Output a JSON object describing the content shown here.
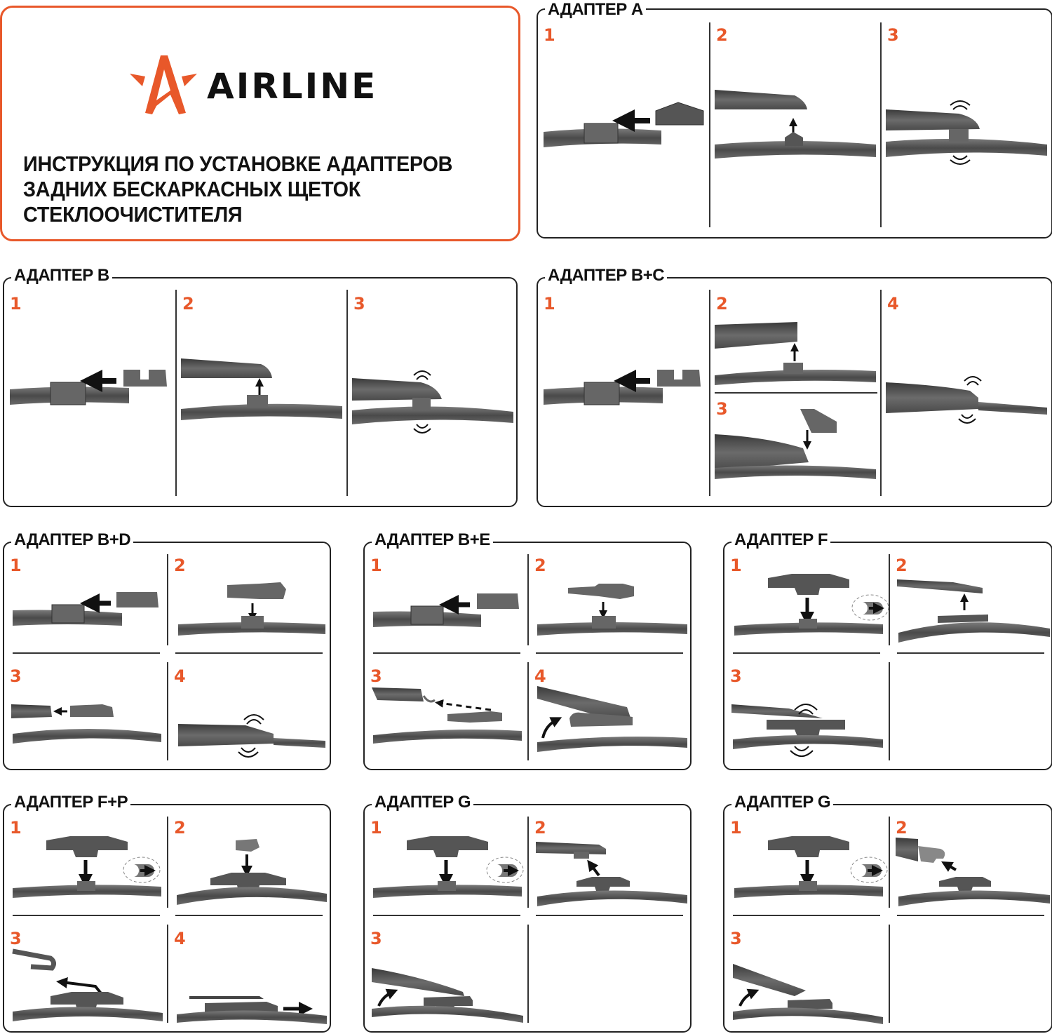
{
  "header": {
    "brand": "AIRLINE",
    "title_lines": [
      "ИНСТРУКЦИЯ ПО УСТАНОВКЕ АДАПТЕРОВ",
      "ЗАДНИХ БЕСКАРКАСНЫХ ЩЕТОК",
      "СТЕКЛООЧИСТИТЕЛЯ"
    ],
    "accent_color": "#e8582a"
  },
  "panels": [
    {
      "id": "a",
      "title": "АДАПТЕР A",
      "steps": [
        "1",
        "2",
        "3"
      ],
      "illustrations": [
        "adapter slides onto blade mount (arrow left)",
        "arm lifted over mounted adapter (arrow up)",
        "arm clicks onto adapter (click marks)"
      ]
    },
    {
      "id": "b",
      "title": "АДАПТЕР B",
      "steps": [
        "1",
        "2",
        "3"
      ],
      "illustrations": [
        "U-clip adapter slides onto blade mount (arrow left)",
        "arm lifted over mounted adapter (arrow up)",
        "arm clicks onto adapter (click marks)"
      ]
    },
    {
      "id": "bc",
      "title": "АДАПТЕР B+C",
      "steps": [
        "1",
        "2",
        "3",
        "4"
      ],
      "illustrations": [
        "U-clip adapter slides onto blade mount (arrow left)",
        "arm lifted over mounted adapter (arrow up)",
        "cap C pressed down onto arm end (arrow down)",
        "assembled arm clicks in place (click marks)"
      ]
    },
    {
      "id": "bd",
      "title": "АДАПТЕР B+D",
      "steps": [
        "1",
        "2",
        "3",
        "4"
      ],
      "illustrations": [
        "U-clip adapter slides onto blade mount",
        "adapter D pressed down onto mount",
        "arm slides onto adapter (arrow left)",
        "assembled arm clicks in place"
      ]
    },
    {
      "id": "be",
      "title": "АДАПТЕР B+E",
      "steps": [
        "1",
        "2",
        "3",
        "4"
      ],
      "illustrations": [
        "U-clip adapter slides onto blade mount",
        "adapter E pressed down onto mount",
        "hook arm slides along dashed arrows",
        "arm rotates down (curved arrow)"
      ]
    },
    {
      "id": "f",
      "title": "АДАПТЕР F",
      "steps": [
        "1",
        "2",
        "3"
      ],
      "illustrations": [
        "adapter F pressed onto mount, detail shows slide direction",
        "arm lifted over adapter (arrow up)",
        "arm clicks onto adapter (click marks)"
      ]
    },
    {
      "id": "fp",
      "title": "АДАПТЕР F+P",
      "steps": [
        "1",
        "2",
        "3",
        "4"
      ],
      "illustrations": [
        "adapter F pressed onto mount, detail shows slide direction",
        "clip P pressed down onto adapter",
        "hook arm attaches (curved arrow)",
        "arm slides right (arrow right)"
      ]
    },
    {
      "id": "g1",
      "title": "АДАПТЕР G",
      "steps": [
        "1",
        "2",
        "3"
      ],
      "illustrations": [
        "adapter G pressed onto mount, detail shows slide direction",
        "arm attaches diagonally (arrow)",
        "arm rotates down (curved arrow)"
      ]
    },
    {
      "id": "g2",
      "title": "АДАПТЕР G",
      "steps": [
        "1",
        "2",
        "3"
      ],
      "illustrations": [
        "adapter G pressed onto mount, detail shows slide direction",
        "clip arm attaches diagonally (arrow)",
        "arm rotates down (curved arrow)"
      ]
    }
  ]
}
